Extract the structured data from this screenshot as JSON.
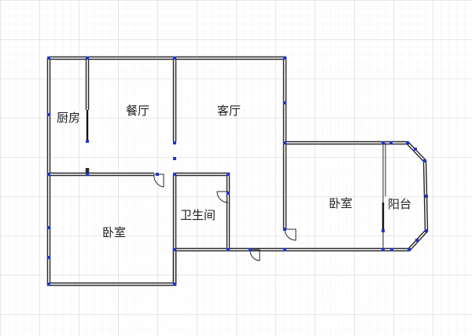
{
  "colors": {
    "grid_minor": "#dcdcdc",
    "grid_major": "#c4c4c4",
    "wall": "#2a2a2a",
    "node": "#2233cc",
    "background": "#ffffff"
  },
  "rooms": {
    "kitchen": "厨房",
    "dining": "餐厅",
    "living": "客厅",
    "bedroom_left": "卧室",
    "bathroom": "卫生间",
    "bedroom_right": "卧室",
    "balcony": "阳台"
  }
}
